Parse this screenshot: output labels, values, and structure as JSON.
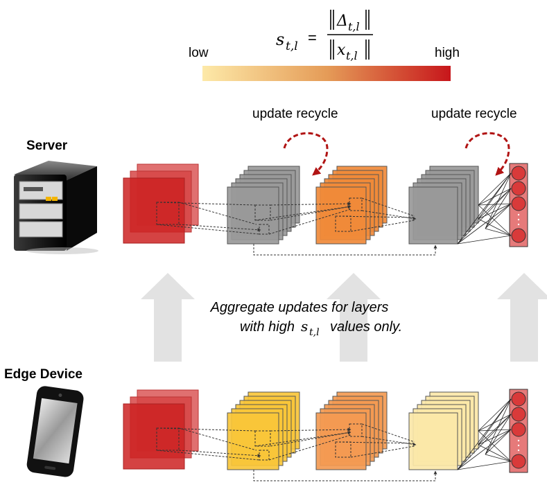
{
  "formula": {
    "lhs": "s",
    "lhs_sub": "t,l",
    "equals": "=",
    "num": "Δ",
    "num_sub": "t,l",
    "den": "x",
    "den_sub": "t,l"
  },
  "scale": {
    "low_label": "low",
    "high_label": "high",
    "gradient_start": "#fde9a8",
    "gradient_mid": "#e59c58",
    "gradient_end": "#c7161b"
  },
  "server": {
    "label": "Server",
    "recycle_label_1": "update recycle",
    "recycle_label_2": "update recycle"
  },
  "middle": {
    "line1": "Aggregate updates for layers",
    "line2_prefix": "with high",
    "line2_var": "s",
    "line2_sub": "t,l",
    "line2_suffix": "values only."
  },
  "edge": {
    "label": "Edge Device"
  },
  "colors": {
    "input_red": "#cc2222",
    "input_red_back": "#e07070",
    "gray_layer": "#999999",
    "server_orange": "#f08a3a",
    "edge_yellow": "#f9c63a",
    "edge_orange": "#f39a52",
    "edge_cream": "#fbe7a8",
    "output_node": "#d93a3a",
    "recycle_arrow": "#b11414",
    "up_arrow": "#e2e2e2"
  }
}
